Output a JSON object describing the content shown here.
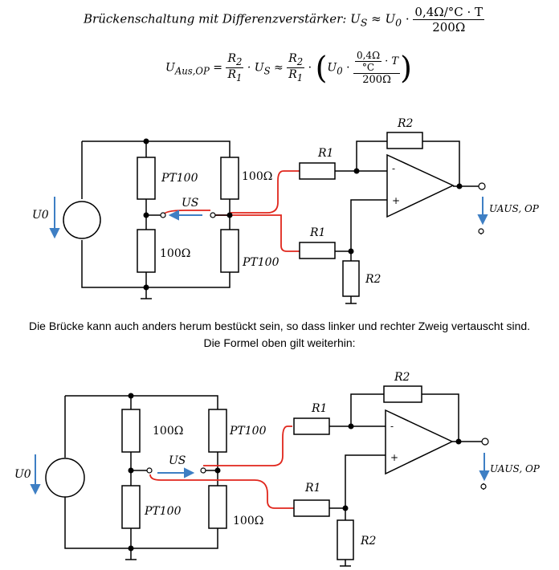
{
  "formula1": {
    "prefix": "Brückenschaltung mit Differenzverstärker: U",
    "sub": "S",
    "mid": " ≈ U",
    "sub2": "0",
    "dot": " · ",
    "num": "0,4Ω/°C · T",
    "den": "200Ω"
  },
  "formula2": {
    "lhs": "U",
    "lhs_sub": "Aus,OP",
    "eq": " = ",
    "r2": "R",
    "r2_sub": "2",
    "r1": "R",
    "r1_sub": "1",
    "us": " · U",
    "us_sub": "S",
    "approx": " ≈ ",
    "u0": "U",
    "u0_sub": "0",
    "inner_num_top": "0,4Ω",
    "inner_num_bot": "°C",
    "inner_T": "· T",
    "inner_den": "200Ω"
  },
  "note": {
    "line1": "Die Brücke kann auch anders herum bestückt sein, so dass linker und rechter Zweig vertauscht sind.",
    "line2": "Die Formel oben gilt weiterhin:"
  },
  "circuit1": {
    "source": "U0",
    "left_top": "PT100",
    "left_bottom": "100Ω",
    "right_top": "100Ω",
    "right_bottom": "PT100",
    "us": "US",
    "r1_top": "R1",
    "r1_bottom": "R1",
    "r2_top": "R2",
    "r2_bottom": "R2",
    "output": "UAUS, OP",
    "minus": "-",
    "plus": "+"
  },
  "circuit2": {
    "source": "U0",
    "left_top": "100Ω",
    "left_bottom": "PT100",
    "right_top": "PT100",
    "right_bottom": "100Ω",
    "us": "US",
    "r1_top": "R1",
    "r1_bottom": "R1",
    "r2_top": "R2",
    "r2_bottom": "R2",
    "output": "UAUS, OP",
    "minus": "-",
    "plus": "+"
  },
  "colors": {
    "wire": "#000000",
    "highlight": "#e0261c",
    "arrow": "#3e7fc4"
  }
}
